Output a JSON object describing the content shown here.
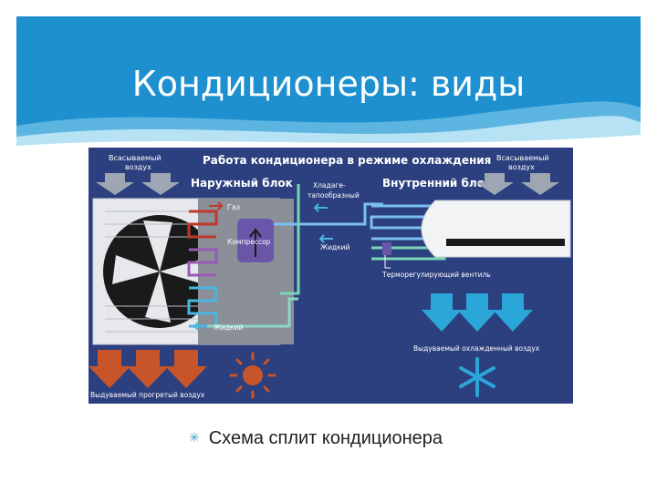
{
  "slide": {
    "title": "Кондиционеры: виды",
    "caption": "Схема сплит кондиционера",
    "colors": {
      "header": "#1e90cf",
      "diagram_bg": "#2c3f7e",
      "hot": "#c8552a",
      "cold": "#2aa6d8"
    }
  },
  "diagram": {
    "heading": "Работа кондиционера в режиме охлаждения",
    "outdoor_label": "Наружный блок",
    "indoor_label": "Внутренний блок",
    "intake_left": [
      "Всасываемый",
      "воздух"
    ],
    "intake_right": [
      "Всасываемый",
      "воздух"
    ],
    "gas_label": "Газ",
    "refrigerant_label": [
      "Хладаге-",
      "тапообразный"
    ],
    "compressor_label": "Компрессор",
    "liquid_label_top": "Жидкий",
    "liquid_label_bottom": "Жидкий",
    "valve_label": "Терморегулирующий вентиль",
    "cold_air_label": "Выдуваемый охлажденный воздух",
    "hot_air_label": "Выдуваемый прогретый воздух",
    "icons": [
      "sun-icon",
      "snowflake-icon",
      "fan-icon",
      "arrow-down-icon"
    ]
  }
}
